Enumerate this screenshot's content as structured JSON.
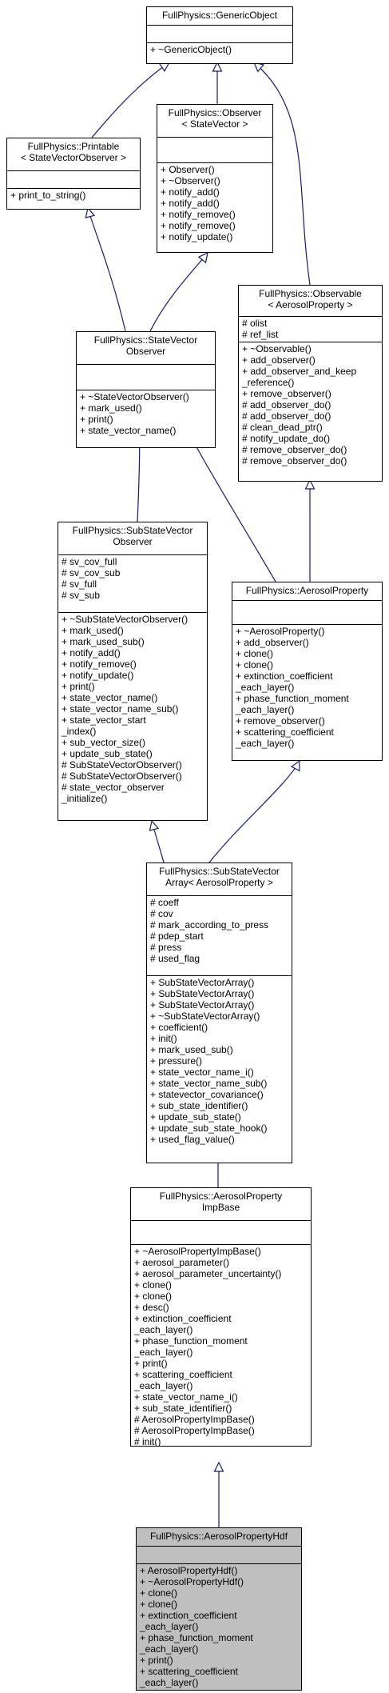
{
  "classes": [
    {
      "id": "generic",
      "name": [
        "FullPhysics::GenericObject"
      ],
      "attributes": [],
      "methods": [
        "+ ~GenericObject()"
      ]
    },
    {
      "id": "printable",
      "name": [
        "FullPhysics::Printable",
        "< StateVectorObserver >"
      ],
      "attributes": [],
      "methods": [
        "+ print_to_string()"
      ]
    },
    {
      "id": "observer",
      "name": [
        "FullPhysics::Observer",
        "< StateVector >"
      ],
      "attributes": [],
      "methods": [
        "+ Observer()",
        "+ ~Observer()",
        "+ notify_add()",
        "+ notify_add()",
        "+ notify_remove()",
        "+ notify_remove()",
        "+ notify_update()"
      ]
    },
    {
      "id": "observable",
      "name": [
        "FullPhysics::Observable",
        "< AerosolProperty >"
      ],
      "attributes": [
        "# olist",
        "# ref_list"
      ],
      "methods": [
        "+ ~Observable()",
        "+ add_observer()",
        "+ add_observer_and_keep",
        "_reference()",
        "+ remove_observer()",
        "# add_observer_do()",
        "# add_observer_do()",
        "# clean_dead_ptr()",
        "# notify_update_do()",
        "# remove_observer_do()",
        "# remove_observer_do()"
      ]
    },
    {
      "id": "svobserver",
      "name": [
        "FullPhysics::StateVector",
        "Observer"
      ],
      "attributes": [],
      "methods": [
        "+ ~StateVectorObserver()",
        "+ mark_used()",
        "+ print()",
        "+ state_vector_name()"
      ]
    },
    {
      "id": "subsvobserver",
      "name": [
        "FullPhysics::SubStateVector",
        "Observer"
      ],
      "attributes": [
        "# sv_cov_full",
        "# sv_cov_sub",
        "# sv_full",
        "# sv_sub"
      ],
      "methods": [
        "+ ~SubStateVectorObserver()",
        "+ mark_used()",
        "+ mark_used_sub()",
        "+ notify_add()",
        "+ notify_remove()",
        "+ notify_update()",
        "+ print()",
        "+ state_vector_name()",
        "+ state_vector_name_sub()",
        "+ state_vector_start",
        "_index()",
        "+ sub_vector_size()",
        "+ update_sub_state()",
        "# SubStateVectorObserver()",
        "# SubStateVectorObserver()",
        "# state_vector_observer",
        "_initialize()"
      ]
    },
    {
      "id": "aerosolprop",
      "name": [
        "FullPhysics::AerosolProperty"
      ],
      "attributes": [],
      "methods": [
        "+ ~AerosolProperty()",
        "+ add_observer()",
        "+ clone()",
        "+ clone()",
        "+ extinction_coefficient",
        "_each_layer()",
        "+ phase_function_moment",
        "_each_layer()",
        "+ remove_observer()",
        "+ scattering_coefficient",
        "_each_layer()"
      ]
    },
    {
      "id": "subsvarray",
      "name": [
        "FullPhysics::SubStateVector",
        "Array< AerosolProperty >"
      ],
      "attributes": [
        "# coeff",
        "# cov",
        "# mark_according_to_press",
        "# pdep_start",
        "# press",
        "# used_flag"
      ],
      "methods": [
        "+ SubStateVectorArray()",
        "+ SubStateVectorArray()",
        "+ SubStateVectorArray()",
        "+ ~SubStateVectorArray()",
        "+ coefficient()",
        "+ init()",
        "+ mark_used_sub()",
        "+ pressure()",
        "+ state_vector_name_i()",
        "+ state_vector_name_sub()",
        "+ statevector_covariance()",
        "+ sub_state_identifier()",
        "+ update_sub_state()",
        "+ update_sub_state_hook()",
        "+ used_flag_value()"
      ]
    },
    {
      "id": "impbase",
      "name": [
        "FullPhysics::AerosolProperty",
        "ImpBase"
      ],
      "attributes": [],
      "methods": [
        "+ ~AerosolPropertyImpBase()",
        "+ aerosol_parameter()",
        "+ aerosol_parameter_uncertainty()",
        "+ clone()",
        "+ clone()",
        "+ desc()",
        "+ extinction_coefficient",
        "_each_layer()",
        "+ phase_function_moment",
        "_each_layer()",
        "+ print()",
        "+ scattering_coefficient",
        "_each_layer()",
        "+ state_vector_name_i()",
        "+ sub_state_identifier()",
        "# AerosolPropertyImpBase()",
        "# AerosolPropertyImpBase()",
        "# init()"
      ]
    },
    {
      "id": "hdf",
      "name": [
        "FullPhysics::AerosolPropertyHdf"
      ],
      "attributes": [],
      "methods": [
        "+ AerosolPropertyHdf()",
        "+ ~AerosolPropertyHdf()",
        "+ clone()",
        "+ clone()",
        "+ extinction_coefficient",
        "_each_layer()",
        "+ phase_function_moment",
        "_each_layer()",
        "+ print()",
        "+ scattering_coefficient",
        "_each_layer()"
      ]
    }
  ],
  "inheritance": [
    {
      "from": "printable",
      "to": "generic"
    },
    {
      "from": "observer",
      "to": "generic"
    },
    {
      "from": "observable",
      "to": "generic"
    },
    {
      "from": "svobserver",
      "to": "printable"
    },
    {
      "from": "svobserver",
      "to": "observer"
    },
    {
      "from": "subsvobserver",
      "to": "svobserver"
    },
    {
      "from": "aerosolprop",
      "to": "svobserver"
    },
    {
      "from": "aerosolprop",
      "to": "observable"
    },
    {
      "from": "subsvarray",
      "to": "subsvobserver"
    },
    {
      "from": "subsvarray",
      "to": "aerosolprop"
    },
    {
      "from": "impbase",
      "to": "subsvarray"
    },
    {
      "from": "hdf",
      "to": "impbase"
    }
  ],
  "colors": {
    "line": "#191970",
    "border": "#000000",
    "highlight_fill": "#bfbfbf",
    "box_fill": "#ffffff"
  }
}
